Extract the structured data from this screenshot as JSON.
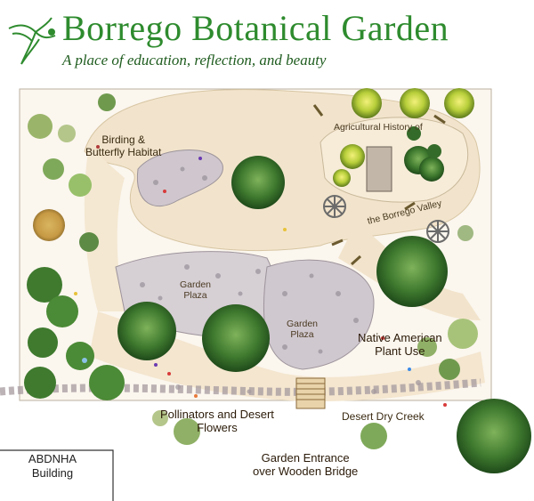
{
  "header": {
    "title": "Borrego Botanical Garden",
    "subtitle": "A place of education, reflection, and beauty"
  },
  "labels": {
    "birding": [
      "Birding &",
      "Butterfly Habitat"
    ],
    "agricultural": "Agricultural History of",
    "borrego_valley": "the Borrego Valley",
    "garden_plaza_left": [
      "Garden",
      "Plaza"
    ],
    "garden_plaza_center": [
      "Garden",
      "Plaza"
    ],
    "native_american": [
      "Native American",
      "Plant Use"
    ],
    "pollinators": [
      "Pollinators and Desert",
      "Flowers"
    ],
    "desert_dry_creek": "Desert Dry Creek",
    "entrance": [
      "Garden Entrance",
      "over Wooden Bridge"
    ],
    "building": [
      "ABDNHA",
      "Building"
    ]
  },
  "colors": {
    "title_green": "#2e8b2e",
    "path_sand": "#f2e4cc",
    "plaza_stone": "#c9c2c8",
    "tree_green": "#3f7a2f"
  }
}
